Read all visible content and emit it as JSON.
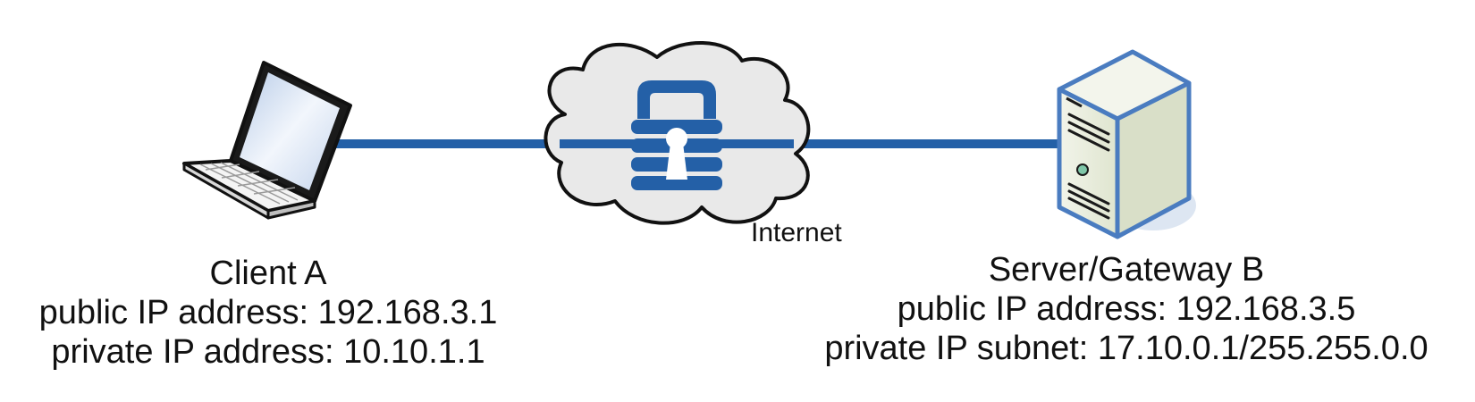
{
  "colors": {
    "link": "#2460a7",
    "lock": "#2460a7",
    "cloud_fill": "#e9e9e9",
    "outline": "#111111",
    "server_face": "#e4e9d6",
    "server_border": "#4a7cc0",
    "screen": "#c8d8ef"
  },
  "icons": {
    "client": "laptop-icon",
    "network": "cloud-icon",
    "security": "padlock-icon",
    "server": "server-tower-icon"
  },
  "client": {
    "name": "Client A",
    "public_ip": "public IP address: 192.168.3.1",
    "private_ip": "private IP address: 10.10.1.1"
  },
  "network": {
    "label": "Internet"
  },
  "server": {
    "name": "Server/Gateway B",
    "public_ip": "public IP address: 192.168.3.5",
    "private_subnet": "private IP subnet: 17.10.0.1/255.255.0.0"
  }
}
